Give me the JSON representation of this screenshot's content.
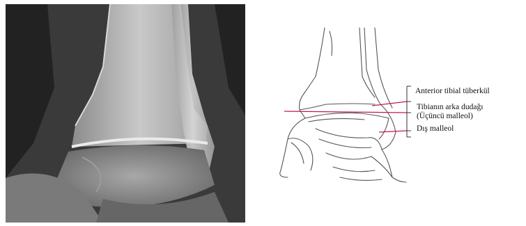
{
  "labels": {
    "anterior_tibial_tubercle": "Anterior tibial tüberkül",
    "posterior_lip_line1": "Tibianın arka dudağı",
    "posterior_lip_line2": "(Üçüncü malleol)",
    "lateral_malleolus": "Dış malleol"
  },
  "colors": {
    "pointer_line": "#c2185b",
    "bracket_line": "#333333",
    "sketch_line": "#555555"
  }
}
